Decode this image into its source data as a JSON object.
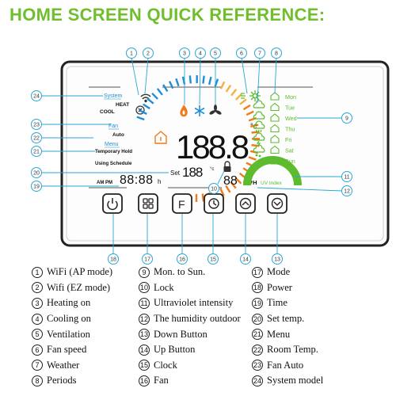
{
  "title": "HOME SCREEN QUICK REFERENCE:",
  "screen": {
    "system_label": "System",
    "heat_label": "HEAT",
    "cool_label": "COOL",
    "fan_label": "Fan",
    "auto_label": "Auto",
    "menu_label": "Menu",
    "temporary_hold": "Temporary Hold",
    "using_schedule": "Using Schedule",
    "ampm": "AM PM",
    "time_digits": "88:88",
    "hour_suffix": "h",
    "room_temp_digits": "188.8",
    "temp_unit": "°c",
    "set_label": "Set",
    "set_temp_digits": "188",
    "set_unit": "°c",
    "humidity_digits": "88",
    "humidity_unit": "%RH",
    "uv_label": "UV Index",
    "days": [
      "Mon",
      "Tue",
      "Wed",
      "Thu",
      "Fri",
      "Sat",
      "Sun"
    ]
  },
  "buttons": [
    {
      "icon": "power-icon"
    },
    {
      "icon": "mode-icon"
    },
    {
      "icon": "fan-icon"
    },
    {
      "icon": "clock-icon"
    },
    {
      "icon": "up-icon"
    },
    {
      "icon": "down-icon"
    }
  ],
  "callouts": {
    "top": [
      "1",
      "2",
      "3",
      "4",
      "5",
      "6",
      "7",
      "8"
    ],
    "right": [
      "9",
      "11",
      "12"
    ],
    "bottom": [
      "18",
      "17",
      "16",
      "15",
      "14",
      "13"
    ],
    "left": [
      "24",
      "23",
      "22",
      "21",
      "20",
      "19"
    ],
    "lock": "10"
  },
  "legend": [
    [
      {
        "n": "1",
        "t": "WiFi (AP mode)"
      },
      {
        "n": "2",
        "t": "Wifi (EZ mode)"
      },
      {
        "n": "3",
        "t": "Heating on"
      },
      {
        "n": "4",
        "t": "Cooling on"
      },
      {
        "n": "5",
        "t": "Ventilation"
      },
      {
        "n": "6",
        "t": "Fan speed"
      },
      {
        "n": "7",
        "t": "Weather"
      },
      {
        "n": "8",
        "t": "Periods"
      }
    ],
    [
      {
        "n": "9",
        "t": "Mon. to Sun."
      },
      {
        "n": "10",
        "t": "Lock"
      },
      {
        "n": "11",
        "t": "Ultraviolet intensity"
      },
      {
        "n": "12",
        "t": "The humidity outdoor"
      },
      {
        "n": "13",
        "t": "Down Button"
      },
      {
        "n": "14",
        "t": "Up Button"
      },
      {
        "n": "15",
        "t": "Clock"
      },
      {
        "n": "16",
        "t": "Fan"
      }
    ],
    [
      {
        "n": "17",
        "t": "Mode"
      },
      {
        "n": "18",
        "t": "Power"
      },
      {
        "n": "19",
        "t": "Time"
      },
      {
        "n": "20",
        "t": "Set temp."
      },
      {
        "n": "21",
        "t": "Menu"
      },
      {
        "n": "22",
        "t": "Room Temp."
      },
      {
        "n": "23",
        "t": "Fan Auto"
      },
      {
        "n": "24",
        "t": "System model"
      }
    ]
  ],
  "colors": {
    "title": "#6fbf2d",
    "callout": "#2aa6d6",
    "green": "#5dbb2e",
    "orange": "#f07a1a",
    "blue": "#1e8fd6"
  }
}
